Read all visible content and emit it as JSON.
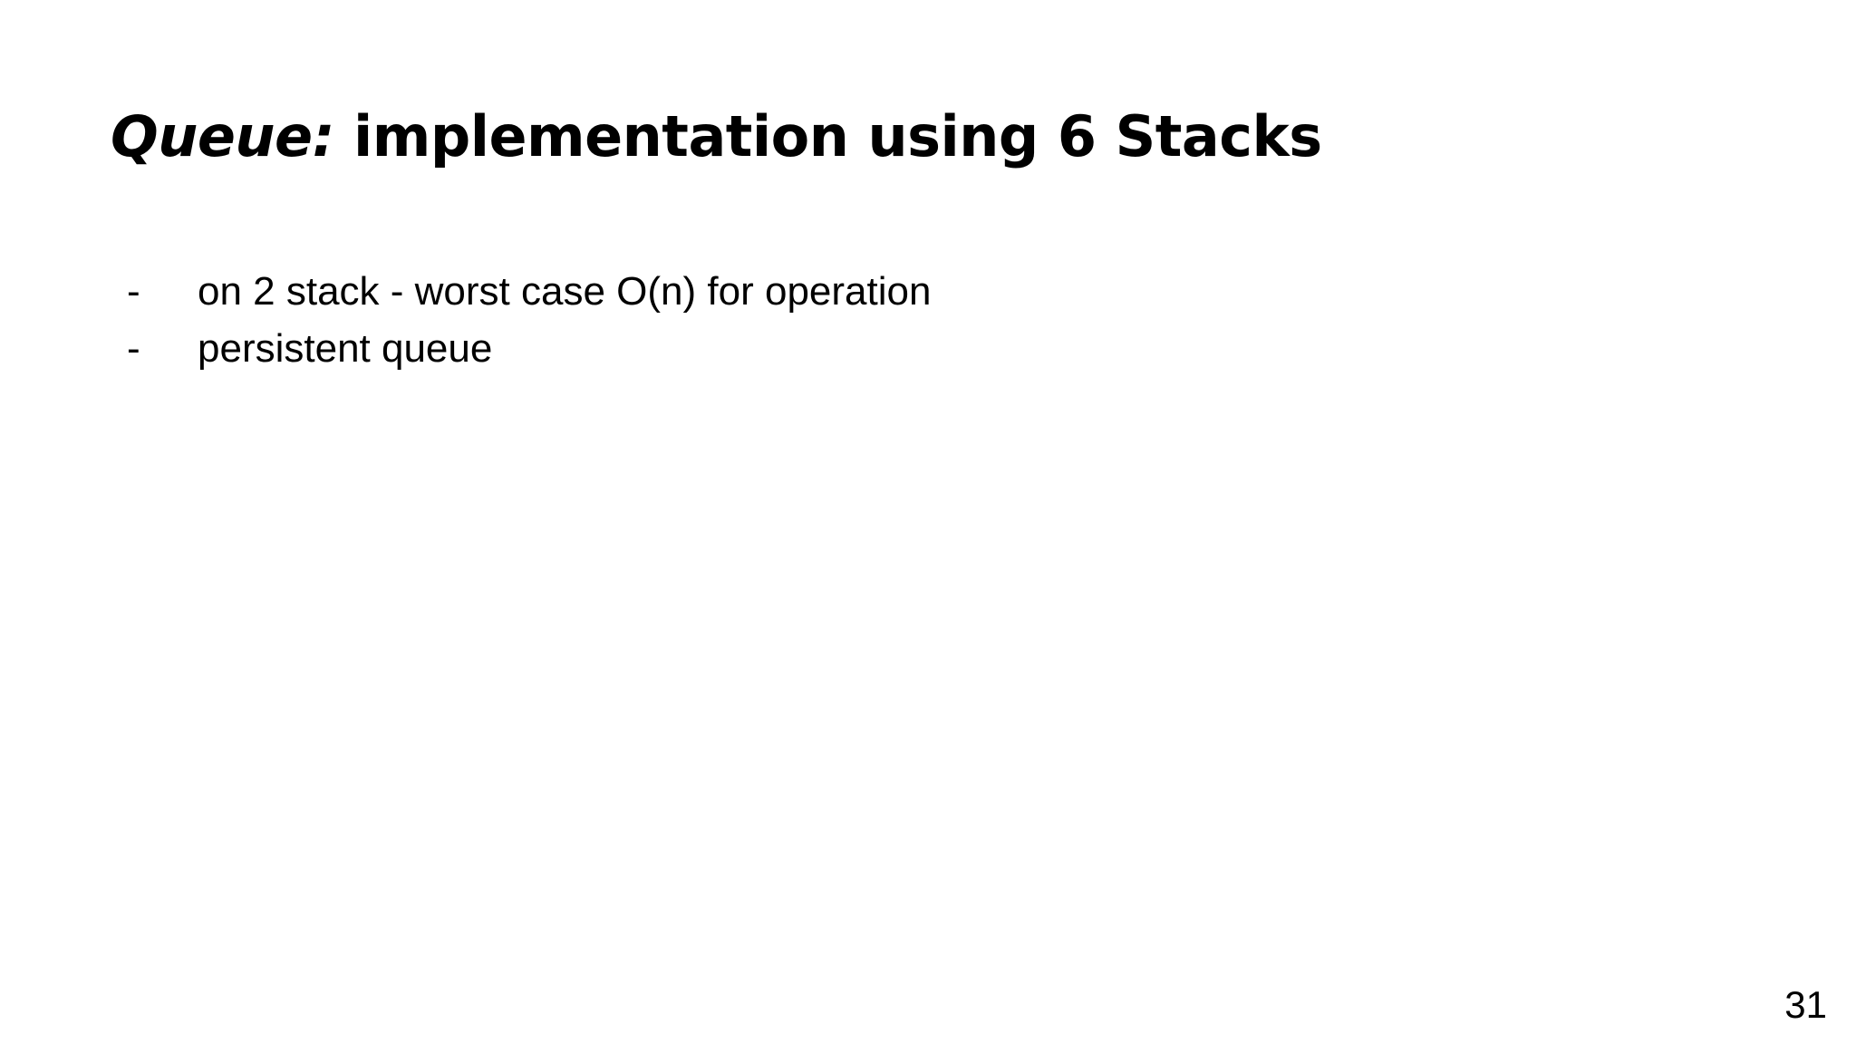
{
  "slide": {
    "background_color": "#ffffff",
    "text_color": "#000000",
    "title": {
      "emphasis": "Queue:",
      "rest": " implementation using 6 Stacks",
      "full": "Queue: implementation using 6 Stacks"
    },
    "bullets": [
      {
        "marker": "-",
        "text": "on 2 stack - worst case O(n) for operation"
      },
      {
        "marker": "-",
        "text": "persistent queue"
      }
    ],
    "page_number": "31"
  }
}
